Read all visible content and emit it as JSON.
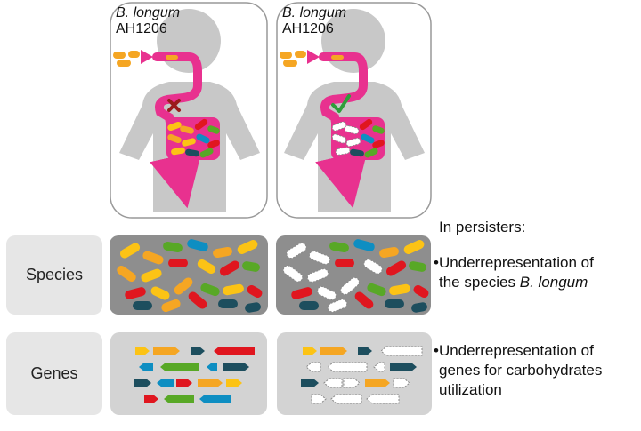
{
  "panels": [
    {
      "strain_name": "B. longum",
      "strain_id": "AH1206",
      "status": "not-persisting",
      "status_icon": "x-mark-icon",
      "status_color": "#9b1b1b"
    },
    {
      "strain_name": "B. longum",
      "strain_id": "AH1206",
      "status": "persisting",
      "status_icon": "check-mark-icon",
      "status_color": "#2e9e3a"
    }
  ],
  "row_labels": {
    "species": "Species",
    "genes": "Genes"
  },
  "notes": {
    "header": "In persisters:",
    "species_line1": "•Underrepresentation of",
    "species_line2_prefix": "the species ",
    "species_line2_italic": "B. longum",
    "genes_line1": "•Underrepresentation of",
    "genes_line2": "genes for carbohydrates",
    "genes_line3": "utilization"
  },
  "colors": {
    "body": "#c8c8c8",
    "gut": "#e8318f",
    "bacteria_orange": "#f5a623",
    "bacteria_yellow": "#fcc315",
    "bacteria_red": "#e0161f",
    "bacteria_green": "#58a826",
    "bacteria_blue": "#0e8ec2",
    "bacteria_teal": "#1d4e5e",
    "panel_bg": "#d3d3d3",
    "species_bg": "#8e8e8e"
  }
}
